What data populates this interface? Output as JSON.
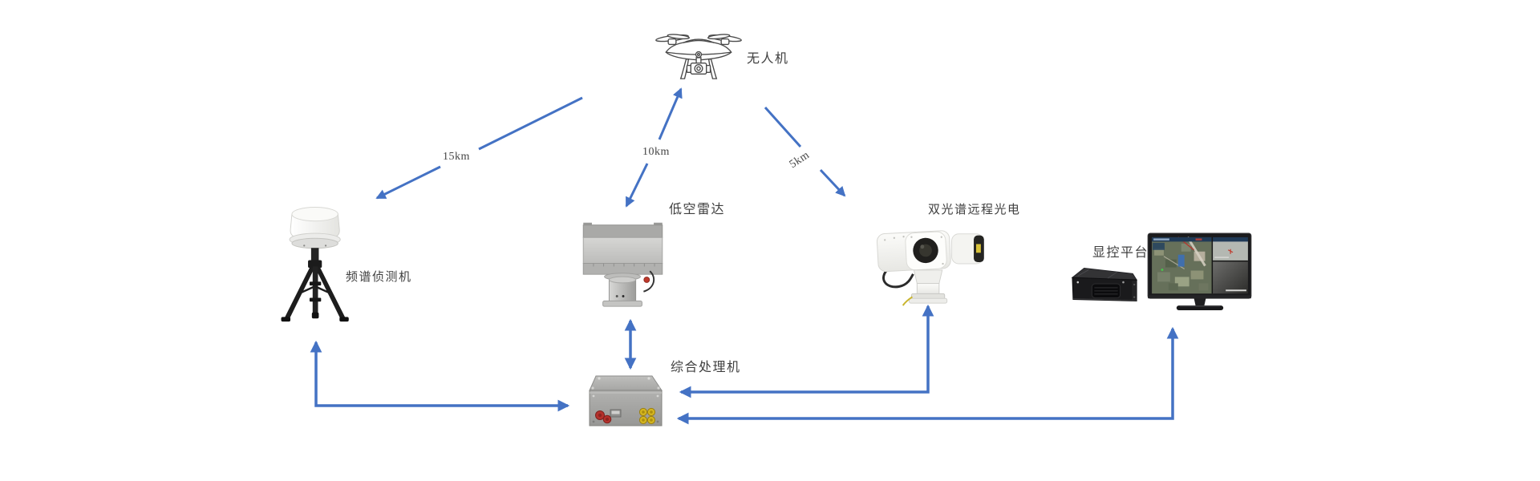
{
  "colors": {
    "arrow_blue": "#4472C4",
    "label_text": "#3f3f3f"
  },
  "nodes": {
    "drone": {
      "label": "无人机"
    },
    "spectrum_detector": {
      "label": "频谱侦测机"
    },
    "radar": {
      "label": "低空雷达"
    },
    "eo_camera": {
      "label": "双光谱远程光电"
    },
    "processor": {
      "label": "综合处理机"
    },
    "console": {
      "label": "显控平台"
    }
  },
  "links": {
    "drone_to_spectrum": {
      "distance": "15km"
    },
    "drone_to_radar": {
      "distance": "10km"
    },
    "drone_to_eo": {
      "distance": "5km"
    }
  }
}
